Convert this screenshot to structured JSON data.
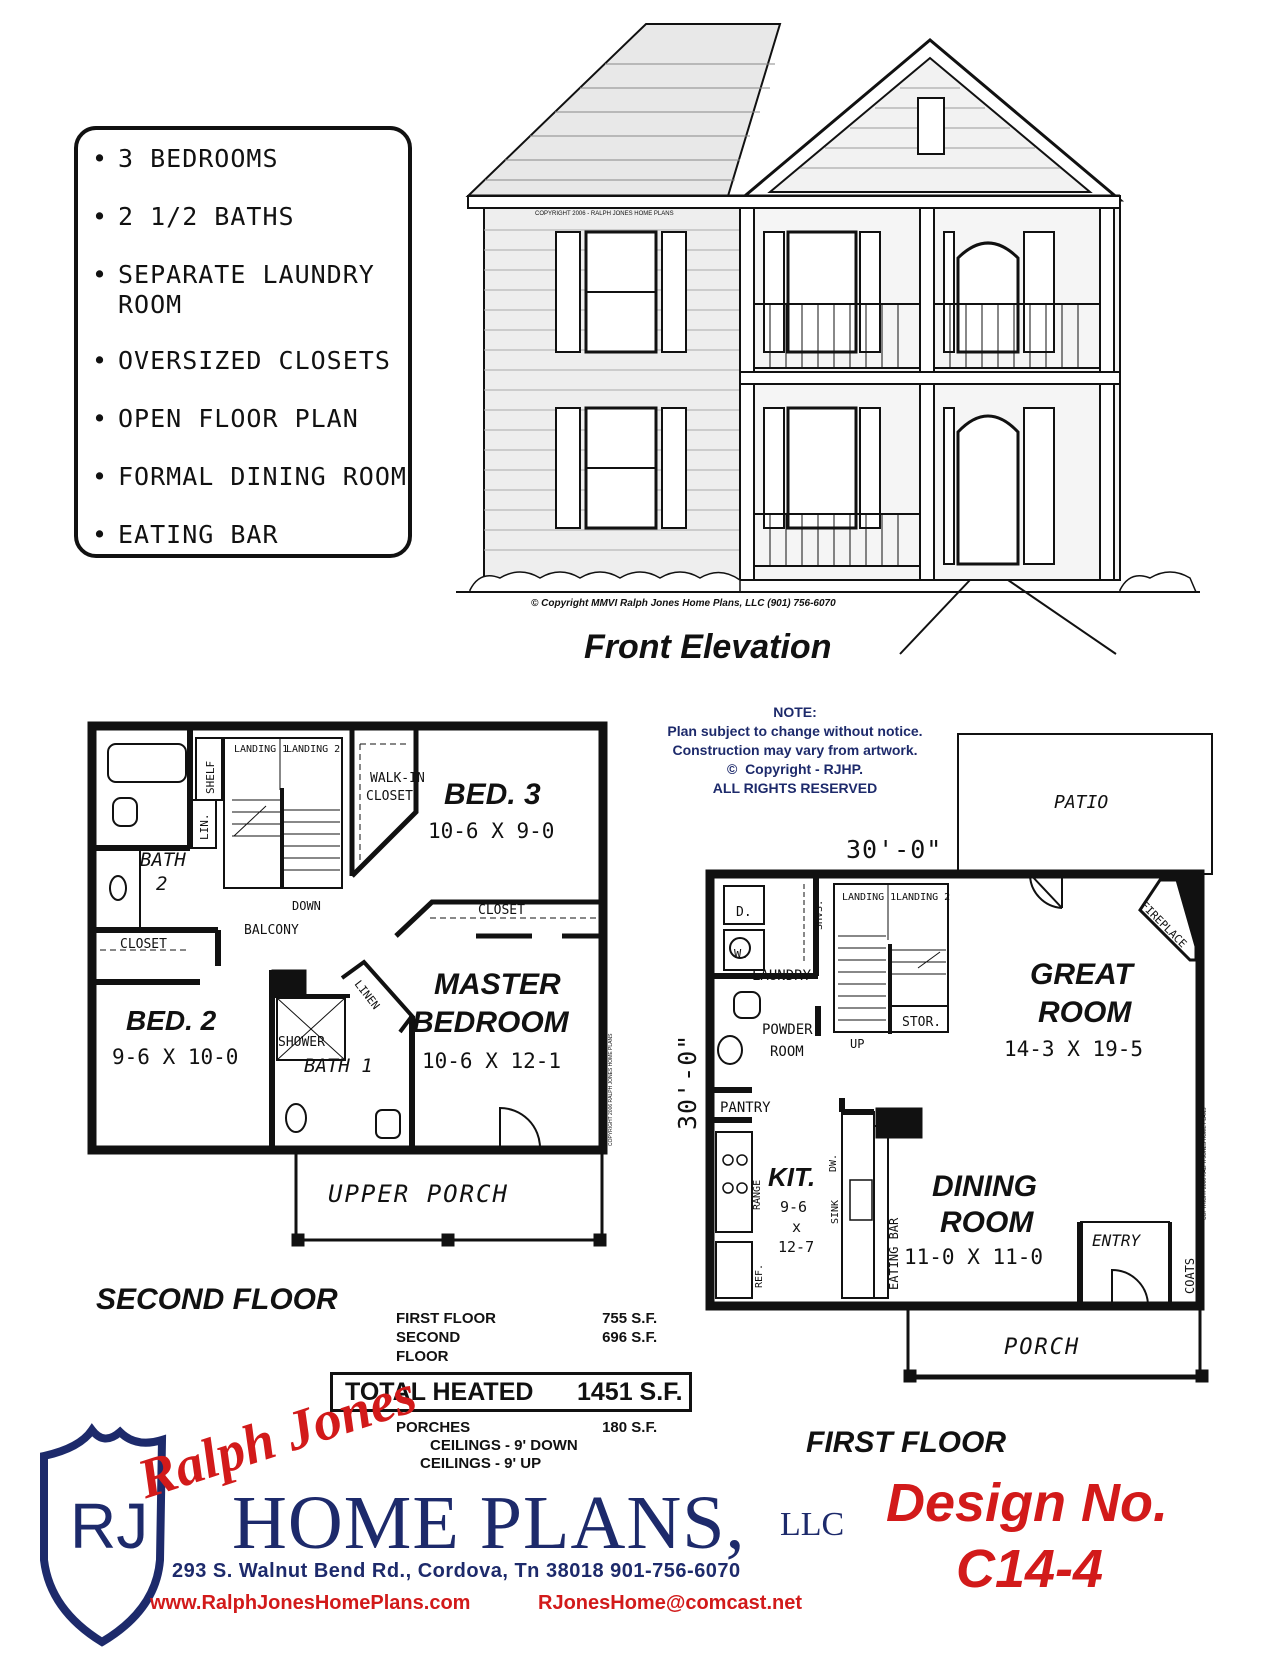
{
  "features": [
    "3 BEDROOMS",
    "2 1/2 BATHS",
    "SEPARATE LAUNDRY ROOM",
    "OVERSIZED CLOSETS",
    "OPEN FLOOR PLAN",
    "FORMAL DINING ROOM",
    "EATING BAR"
  ],
  "elevation": {
    "caption": "Front Elevation",
    "copyright_small": "COPYRIGHT 2006 - RALPH JONES HOME PLANS",
    "copyright_line": "Copyright MMVI Ralph Jones Home Plans, LLC (901) 756-6070"
  },
  "note": {
    "title": "NOTE:",
    "lines": [
      "Plan subject to change without notice.",
      "Construction may vary from artwork.",
      "Copyright - RJHP.",
      "ALL RIGHTS RESERVED"
    ]
  },
  "second_floor": {
    "caption": "SECOND FLOOR",
    "rooms": {
      "bed3": {
        "name": "BED. 3",
        "dims": "10-6 X 9-0"
      },
      "bed2": {
        "name": "BED. 2",
        "dims": "9-6 X 10-0"
      },
      "master": {
        "name1": "MASTER",
        "name2": "BEDROOM",
        "dims": "10-6 X 12-1"
      },
      "bath2": {
        "name1": "BATH",
        "name2": "2"
      },
      "bath1": "BATH 1",
      "walkin1": "WALK-IN",
      "walkin2": "CLOSET",
      "closet_right": "CLOSET",
      "closet_left": "CLOSET",
      "balcony": "BALCONY",
      "down": "DOWN",
      "landing1": "LANDING 1",
      "landing2": "LANDING 2",
      "shelf": "SHELF",
      "lin": "LIN.",
      "linen": "LINEN",
      "shower": "SHOWER",
      "upper_porch": "UPPER PORCH",
      "side_copyright": "COPYRIGHT 2006 RALPH JONES HOME PLANS"
    }
  },
  "first_floor": {
    "caption": "FIRST FLOOR",
    "width_dim": "30'-0\"",
    "depth_dim": "30'-0\"",
    "rooms": {
      "patio": "PATIO",
      "great": {
        "name1": "GREAT",
        "name2": "ROOM",
        "dims": "14-3 X 19-5"
      },
      "dining": {
        "name1": "DINING",
        "name2": "ROOM",
        "dims": "11-0 X 11-0"
      },
      "kit": {
        "name": "KIT.",
        "d1": "9-6",
        "d2": "x",
        "d3": "12-7"
      },
      "fireplace": "FIREPLACE",
      "laundry": "LAUNDRY",
      "d": "D.",
      "w": "W.",
      "shvs": "SHVS.",
      "powder1": "POWDER",
      "powder2": "ROOM",
      "landing1": "LANDING 1",
      "landing2": "LANDING 2",
      "up": "UP",
      "stor": "STOR.",
      "pantry": "PANTRY",
      "range": "RANGE",
      "ref": "REF.",
      "dw": "DW.",
      "sink": "SINK",
      "eating_bar": "EATING BAR",
      "entry": "ENTRY",
      "coats": "COATS",
      "porch": "PORCH",
      "side_copyright": "COPYRIGHT 2006 RALPH JONES HOME PLANS"
    }
  },
  "areas": {
    "rows": [
      {
        "label": "FIRST FLOOR",
        "value": "755 S.F."
      },
      {
        "label": "SECOND FLOOR",
        "value": "696 S.F."
      }
    ],
    "total_label": "TOTAL HEATED",
    "total_value": "1451 S.F.",
    "porches_label": "PORCHES",
    "porches_value": "180 S.F.",
    "ceilings_down": "CEILINGS - 9' DOWN",
    "ceilings_up": "CEILINGS - 9' UP"
  },
  "brand": {
    "monogram": "RJ",
    "script": "Ralph Jones",
    "main": "HOME PLANS,",
    "llc": "LLC",
    "address": "293 S. Walnut Bend  Rd., Cordova, Tn  38018   901-756-6070",
    "website": "www.RalphJonesHomePlans.com",
    "email": "RJonesHome@comcast.net"
  },
  "design": {
    "label": "Design No.",
    "number": "C14-4"
  },
  "colors": {
    "navy": "#1d2a6b",
    "red": "#d21a1a",
    "ink": "#111111"
  }
}
